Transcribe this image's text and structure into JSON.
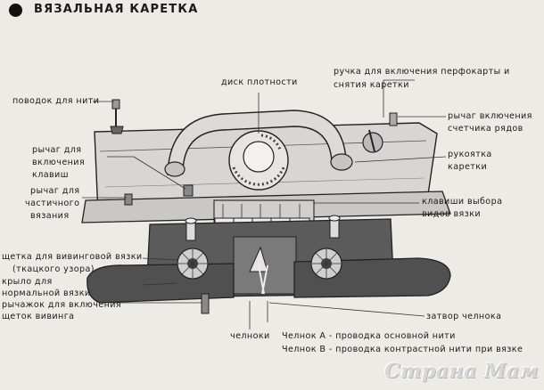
{
  "title": "ВЯЗАЛЬНАЯ КАРЕТКА",
  "labels": {
    "yarn_guide": "поводок для нити",
    "tension_dial": "диск плотности",
    "punchcard_handle_line1": "ручка для включения перфокарты и",
    "punchcard_handle_line2": "снятия каретки",
    "row_counter_line1": "рычаг включения",
    "row_counter_line2": "счетчика рядов",
    "key_lever_line1": "рычаг для",
    "key_lever_line2": "включения",
    "key_lever_line3": "клавиш",
    "carriage_handle_line1": "рукоятка",
    "carriage_handle_line2": "каретки",
    "partial_lever_line1": "рычаг для",
    "partial_lever_line2": "частичного",
    "partial_lever_line3": "вязания",
    "knit_keys_line1": "клавиши выбора",
    "knit_keys_line2": "видов вязки",
    "weaving_brush_line1": "щетка для вивинговой вязки",
    "weaving_brush_line2": "(ткацкого узора)",
    "wing_line1": "крыло для",
    "wing_line2": "нормальной вязки",
    "brush_lever_line1": "рычажок для включения",
    "brush_lever_line2": "щеток вивинга",
    "sinker_gate": "затвор челнока",
    "feeders": "челноки",
    "feeder_a": "Челнок А - проводка основной нити",
    "feeder_b": "Челнок В - проводка контрастной нити при вязке"
  },
  "dial_text": "1·2·3·4·5·6·7·8·9·10",
  "watermark": "Страна Мам"
}
